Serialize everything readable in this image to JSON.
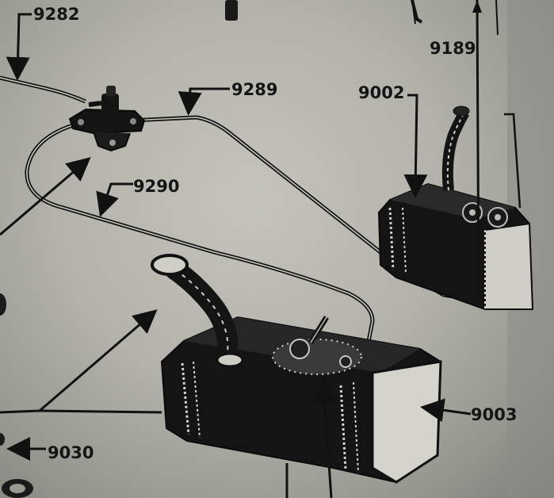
{
  "diagram": {
    "part_labels": {
      "p9282": "9282",
      "p9289": "9289",
      "p9290": "9290",
      "p9002": "9002",
      "p9189": "9189",
      "p9003": "9003",
      "p9030": "9030"
    },
    "colors": {
      "paper": "#b9b9b2",
      "ink": "#111111",
      "tank_shadow": "#141414",
      "tank_highlight": "#d8d8d2"
    }
  }
}
